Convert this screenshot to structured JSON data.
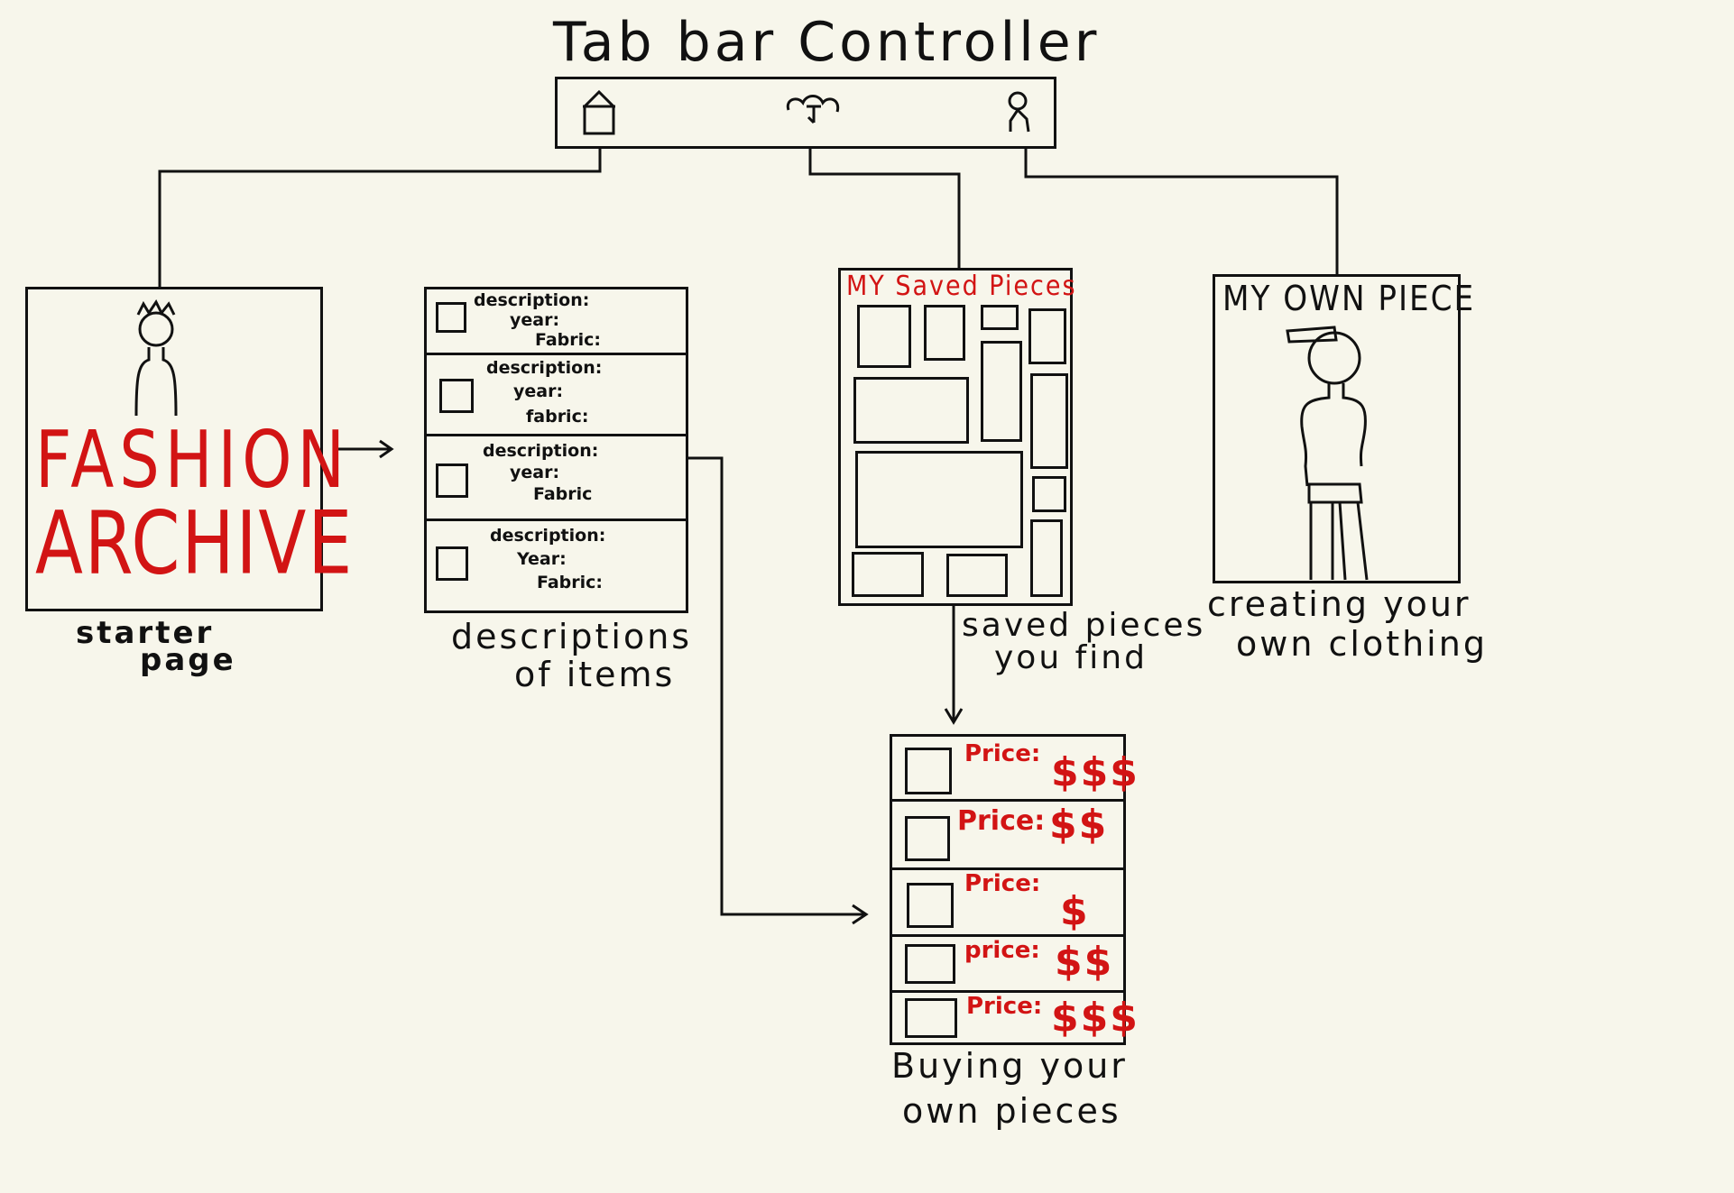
{
  "title": "Tab bar Controller",
  "tab_bar": {
    "icons": [
      "house-icon",
      "hanger-icon",
      "person-icon"
    ]
  },
  "starter": {
    "brand_line1": "FASHION",
    "brand_line2": "ARCHIVE",
    "caption_line1": "starter",
    "caption_line2": "page"
  },
  "descriptions": {
    "rows": [
      {
        "description": "description:",
        "year": "year:",
        "fabric": "Fabric:"
      },
      {
        "description": "description:",
        "year": "year:",
        "fabric": "fabric:"
      },
      {
        "description": "description:",
        "year": "year:",
        "fabric": "Fabric"
      },
      {
        "description": "description:",
        "year": "Year:",
        "fabric": "Fabric:"
      }
    ],
    "caption_line1": "descriptions",
    "caption_line2": "of items"
  },
  "saved": {
    "heading": "MY Saved Pieces",
    "caption_line1": "saved pieces",
    "caption_line2": "you find"
  },
  "own_piece": {
    "heading": "MY OWN PIECE",
    "caption_line1": "creating your",
    "caption_line2": "own clothing"
  },
  "buying": {
    "rows": [
      {
        "label": "Price:",
        "value": "$$$"
      },
      {
        "label": "Price:",
        "value": "$$"
      },
      {
        "label": "Price:",
        "value": "$"
      },
      {
        "label": "price:",
        "value": "$$"
      },
      {
        "label": "Price:",
        "value": "$$$"
      }
    ],
    "caption_line1": "Buying your",
    "caption_line2": "own pieces"
  },
  "colors": {
    "background": "#f7f6eb",
    "ink": "#111111",
    "accent_red": "#d21414"
  }
}
